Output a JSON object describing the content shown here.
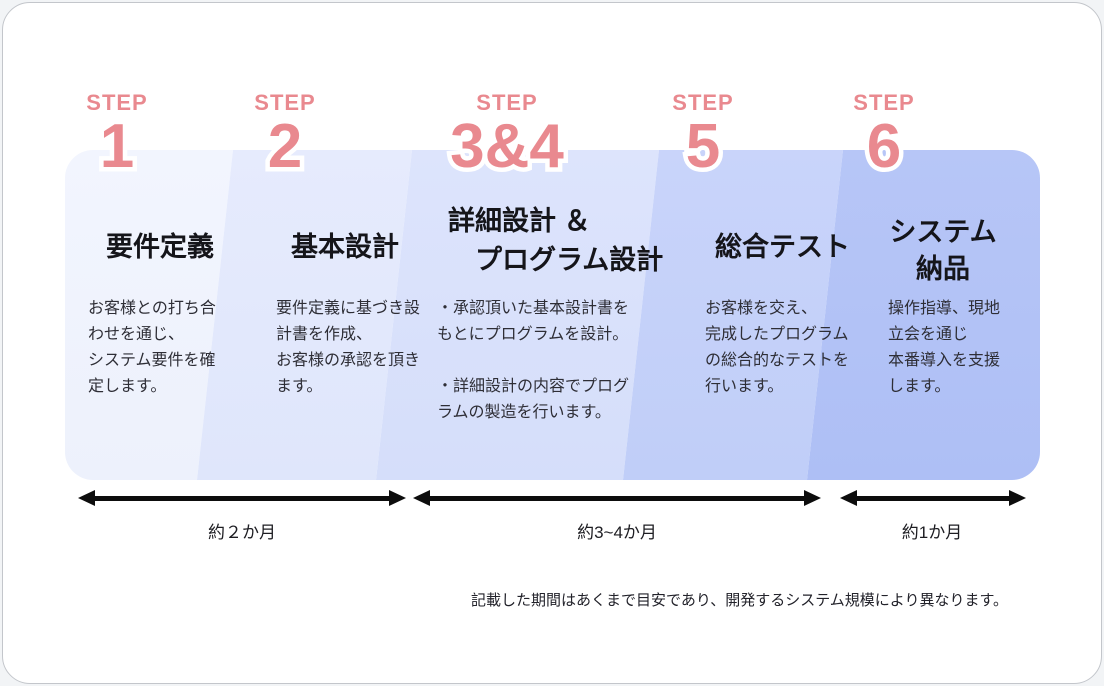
{
  "colors": {
    "page_bg": "#f2f4f6",
    "card_bg": "#ffffff",
    "card_border": "#c3c6cb",
    "step_pink": "#e9898f",
    "title_text": "#15151a",
    "body_text": "#2e2e36",
    "arrow_black": "#0d0d0d",
    "panel_fills": [
      "#edf1fc",
      "#dfe6fb",
      "#d5defa",
      "#c0cef8",
      "#aebff5"
    ]
  },
  "steps": [
    {
      "label": "STEP",
      "number": "1",
      "title": "要件定義",
      "body": "お客様との打ち合\nわせを通じ、\nシステム要件を確\n定します。"
    },
    {
      "label": "STEP",
      "number": "2",
      "title": "基本設計",
      "body": "要件定義に基づき設\n計書を作成、\nお客様の承認を頂き\nます。"
    },
    {
      "label": "STEP",
      "number": "3&4",
      "title": "詳細設計 ＆\n　プログラム設計",
      "body": "・承認頂いた基本設計書を\nもとにプログラムを設計。\n\n・詳細設計の内容でプログ\nラムの製造を行います。"
    },
    {
      "label": "STEP",
      "number": "5",
      "title": "総合テスト",
      "body": "お客様を交え、\n完成したプログラム\nの総合的なテストを\n行います。"
    },
    {
      "label": "STEP",
      "number": "6",
      "title": "システム\n納品",
      "body": "操作指導、現地\n立会を通じ\n本番導入を支援\nします。"
    }
  ],
  "durations": [
    {
      "label": "約２か月"
    },
    {
      "label": "約3~4か月"
    },
    {
      "label": "約1か月"
    }
  ],
  "note": "記載した期間はあくまで目安であり、開発するシステム規模により異なります。"
}
